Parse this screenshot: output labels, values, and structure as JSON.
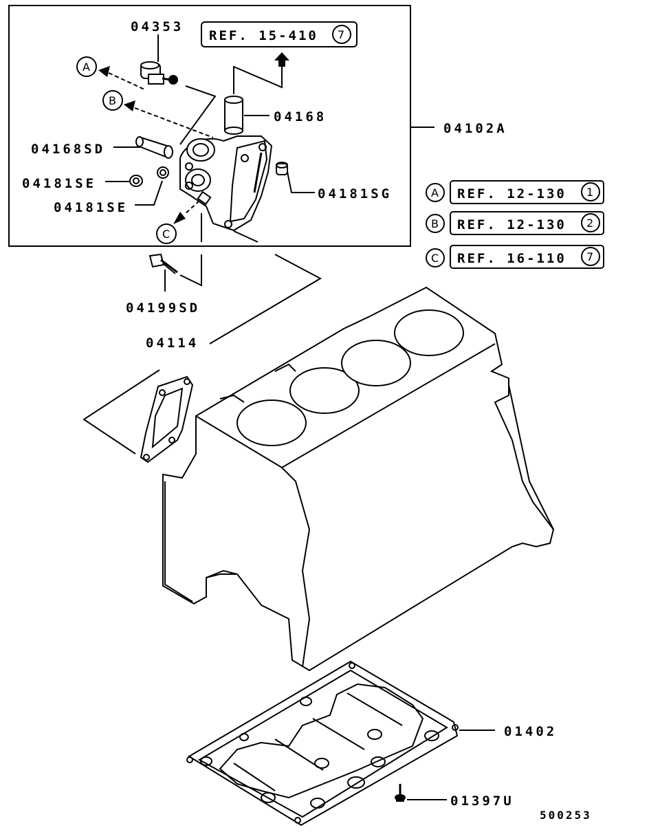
{
  "parts": {
    "p04353": "04353",
    "p04168": "04168",
    "p04168SD": "04168SD",
    "p04181SE_a": "04181SE",
    "p04181SE_b": "04181SE",
    "p04181SG": "04181SG",
    "p04102A": "04102A",
    "p04199SD": "04199SD",
    "p04114": "04114",
    "p01402": "01402",
    "p01397U": "01397U"
  },
  "refs": {
    "top": {
      "text": "REF. 15-410",
      "num": "7"
    },
    "a": {
      "marker": "A",
      "text": "REF. 12-130",
      "num": "1"
    },
    "b": {
      "marker": "B",
      "text": "REF. 12-130",
      "num": "2"
    },
    "c": {
      "marker": "C",
      "text": "REF. 16-110",
      "num": "7"
    }
  },
  "arrows": {
    "a": "A",
    "b": "B",
    "c": "C"
  },
  "diagram_id": "500253"
}
